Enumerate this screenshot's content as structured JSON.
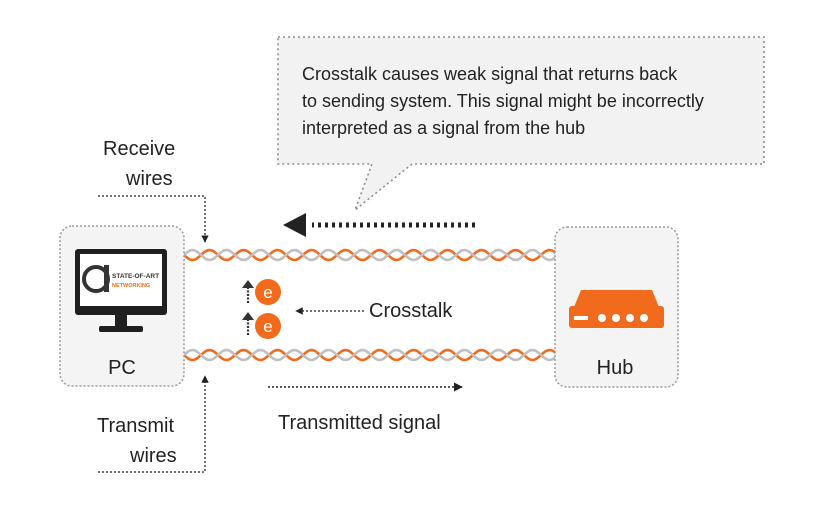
{
  "callout": {
    "lines": [
      "Crosstalk causes weak signal that returns back",
      "to sending system. This signal might be incorrectly",
      "interpreted as a signal from the hub"
    ]
  },
  "labels": {
    "receive_line1": "Receive",
    "receive_line2": "wires",
    "transmit_line1": "Transmit",
    "transmit_line2": "wires",
    "pc": "PC",
    "hub": "Hub",
    "crosstalk": "Crosstalk",
    "transmitted_signal": "Transmitted signal",
    "electron": "e"
  },
  "logo": {
    "letter": "a",
    "line1": "STATE-OF-ART",
    "line2": "NETWORKING"
  },
  "colors": {
    "accent": "#f26b1d",
    "wire_gray": "#bfbfbf",
    "box_border": "#9a9a9a",
    "box_fill": "#f4f4f4",
    "callout_fill": "#f2f2f2",
    "text": "#222222"
  },
  "icons": {
    "pc": "monitor-icon",
    "hub": "network-hub-icon",
    "electron": "electron-icon",
    "arrow": "dotted-arrow-icon"
  }
}
